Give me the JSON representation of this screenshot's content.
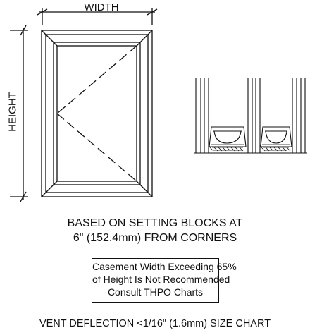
{
  "labels": {
    "width": "WIDTH",
    "height": "HEIGHT"
  },
  "basis": {
    "line1": "BASED ON SETTING BLOCKS AT",
    "line2": "6\" (152.4mm) FROM CORNERS"
  },
  "warning": {
    "line1": "Casement Width Exceeding 65%",
    "line2": "of Height Is Not Recommended",
    "line3": "Consult THPO Charts"
  },
  "footer": "VENT DEFLECTION <1/16\" (1.6mm) SIZE CHART"
}
